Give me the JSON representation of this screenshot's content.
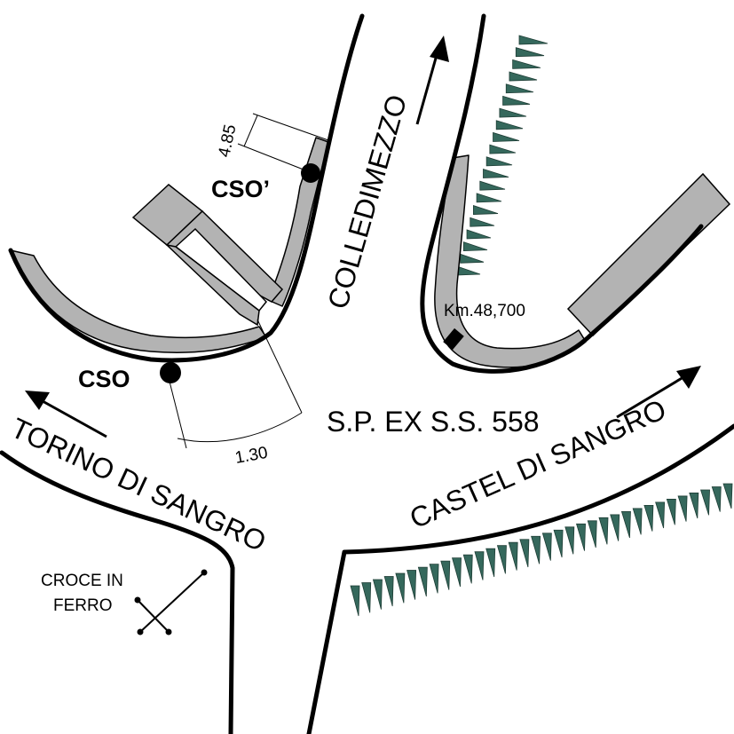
{
  "labels": {
    "road_north": "COLLEDIMEZZO",
    "road_main": "S.P. EX S.S. 558",
    "road_west": "TORINO DI SANGRO",
    "road_east": "CASTEL DI SANGRO",
    "point_cso": "CSO",
    "point_cso_prime": "CSO’",
    "km_marker": "Km.48,700",
    "dimension_top": "4.85",
    "dimension_bottom": "1.30",
    "cross_line1": "CROCE IN",
    "cross_line2": "FERRO"
  },
  "colors": {
    "sidewalk": "#b3b3b3",
    "hedge": "#35685c",
    "ink": "#000000"
  }
}
